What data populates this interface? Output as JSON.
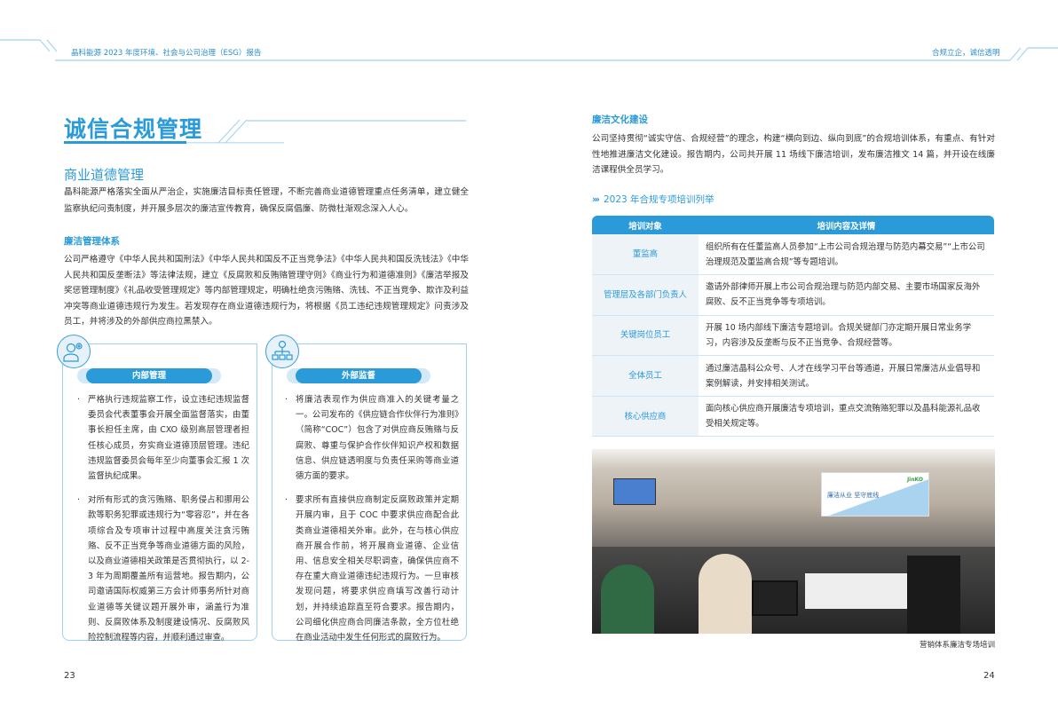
{
  "header": {
    "left": "晶科能源 2023 年度环境、社会与公司治理（ESG）报告",
    "right": "合规立企，诚信透明"
  },
  "left_page": {
    "title": "诚信合规管理",
    "section_title": "商业道德管理",
    "intro": "晶科能源严格落实全面从严治企，实施廉洁目标责任管理，不断完善商业道德管理重点任务清单，建立健全监察执纪问责制度，并开展多层次的廉洁宣传教育，确保反腐倡廉、防微杜渐观念深入人心。",
    "subsection_title": "廉洁管理体系",
    "subsection_text": "公司严格遵守《中华人民共和国刑法》《中华人民共和国反不正当竞争法》《中华人民共和国反洗钱法》《中华人民共和国反垄断法》等法律法规，建立《反腐败和反贿赂管理守则》《商业行为和道德准则》《廉洁举报及奖惩管理制度》《礼品收受管理规定》等内部管理规定，明确杜绝贪污贿赂、洗钱、不正当竞争、欺诈及利益冲突等商业道德违规行为发生。若发现存在商业道德违规行为，将根据《员工违纪违规管理规定》问责涉及员工，并将涉及的外部供应商拉黑禁入。",
    "boxes": [
      {
        "icon": "manager-gear-icon",
        "label": "内部管理",
        "bullets": [
          "严格执行违规监察工作，设立违纪违规监督委员会代表董事会开展全面监督落实，由董事长担任主席，由 CXO 级别高层管理者担任核心成员，夯实商业道德顶层管理。违纪违规监督委员会每年至少向董事会汇报 1 次监督执纪成果。",
          "对所有形式的贪污贿赂、职务侵占和挪用公款等职务犯罪或违规行为“零容忍”，并在各项综合及专项审计过程中高度关注贪污贿赂、反不正当竞争等商业道德方面的风险，以及商业道德相关政策是否贯彻执行，以 2-3 年为周期覆盖所有运营地。报告期内，公司邀请国际权威第三方会计师事务所针对商业道德等关键议题开展外审，涵盖行为准则、反腐败体系及制度建设情况、反腐败风险控制流程等内容，并顺利通过审查。"
        ]
      },
      {
        "icon": "org-chart-icon",
        "label": "外部监督",
        "bullets": [
          "将廉洁表现作为供应商准入的关键考量之一。公司发布的《供应链合作伙伴行为准则》（简称“COC”）包含了对供应商反贿赂与反腐败、尊重与保护合作伙伴知识产权和数据信息、供应链透明度与负责任采购等商业道德方面的要求。",
          "要求所有直接供应商制定反腐败政策并定期开展内审，且于 COC 中要求供应商配合此类商业道德相关外审。此外，在与核心供应商开展合作前，将开展商业道德、企业信用、信息安全相关尽职调查，确保供应商不存在重大商业道德违纪违规行为。一旦审核发现问题，将要求供应商填写改善行动计划，并持续追踪直至符合要求。报告期内，公司细化供应商合同廉洁条款，全方位杜绝在商业活动中发生任何形式的腐败行为。"
        ]
      }
    ],
    "page_number": "23"
  },
  "right_page": {
    "section_title": "廉洁文化建设",
    "section_text": "公司坚持贯彻“诚实守信、合规经营”的理念，构建“横向到边、纵向到底”的合规培训体系，有重点、有针对性地推进廉洁文化建设。报告期内，公司共开展 11 场线下廉洁培训，发布廉洁推文 14 篇，并开设在线廉洁课程供全员学习。",
    "list_title": "2023 年合规专项培训列举",
    "table": {
      "headers": [
        "培训对象",
        "培训内容及详情"
      ],
      "rows": [
        [
          "董监高",
          "组织所有在任董监高人员参加“上市公司合规治理与防范内幕交易”“上市公司治理规范及董监高合规”等专题培训。"
        ],
        [
          "管理层及各部门负责人",
          "邀请外部律师开展上市公司合规治理与防范内部交易、主要市场国家反海外腐败、反不正当竞争等专项培训。"
        ],
        [
          "关键岗位员工",
          "开展 10 场内部线下廉洁专题培训。合规关键部门亦定期开展日常业务学习，内容涉及反垄断与反不正当竞争、合规经营等。"
        ],
        [
          "全体员工",
          "通过廉洁晶科公众号、人才在线学习平台等通道，开展日常廉洁从业倡导和案例解读，并安排相关测试。"
        ],
        [
          "核心供应商",
          "面向核心供应商开展廉洁专项培训，重点交流贿赂犯罪以及晶科能源礼品收受相关规定等。"
        ]
      ]
    },
    "photo": {
      "slide_text": "廉洁从业  坚守底线",
      "brand": "JinKO"
    },
    "photo_caption": "营销体系廉洁专场培训",
    "page_number": "24"
  },
  "colors": {
    "accent": "#2a9ad8",
    "light": "#d4e9f7",
    "line": "#9dd0ef"
  }
}
